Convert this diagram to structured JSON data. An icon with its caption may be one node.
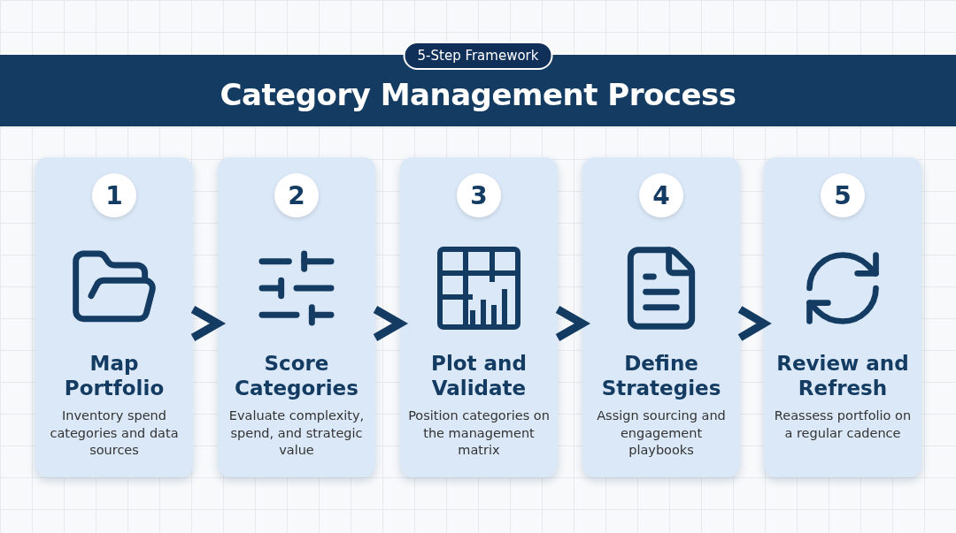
{
  "diagram": {
    "title": "Category Management Process",
    "nodes": [
      {
        "text": [
          "1",
          "Map Portfolio",
          "Inventory spend categories and data sources"
        ]
      },
      {
        "text": [
          "2",
          "Score Categories",
          "Evaluate complexity, spend, and strategic value"
        ]
      },
      {
        "text": [
          "3",
          "Plot and Validate",
          "Position categories on the management matrix"
        ]
      },
      {
        "text": [
          "4",
          "Define Strategies",
          "Assign sourcing and engagement playbooks"
        ]
      },
      {
        "text": [
          "5",
          "Review and Refresh",
          "Reassess portfolio on a regular cadence"
        ]
      }
    ],
    "edges": [
      {
        "from": 0,
        "to": 1,
        "arrow": "to"
      },
      {
        "from": 1,
        "to": 2,
        "arrow": "to"
      },
      {
        "from": 2,
        "to": 3,
        "arrow": "to"
      },
      {
        "from": 3,
        "to": 4,
        "arrow": "to"
      }
    ],
    "labels": [
      "5-Step Framework"
    ]
  }
}
